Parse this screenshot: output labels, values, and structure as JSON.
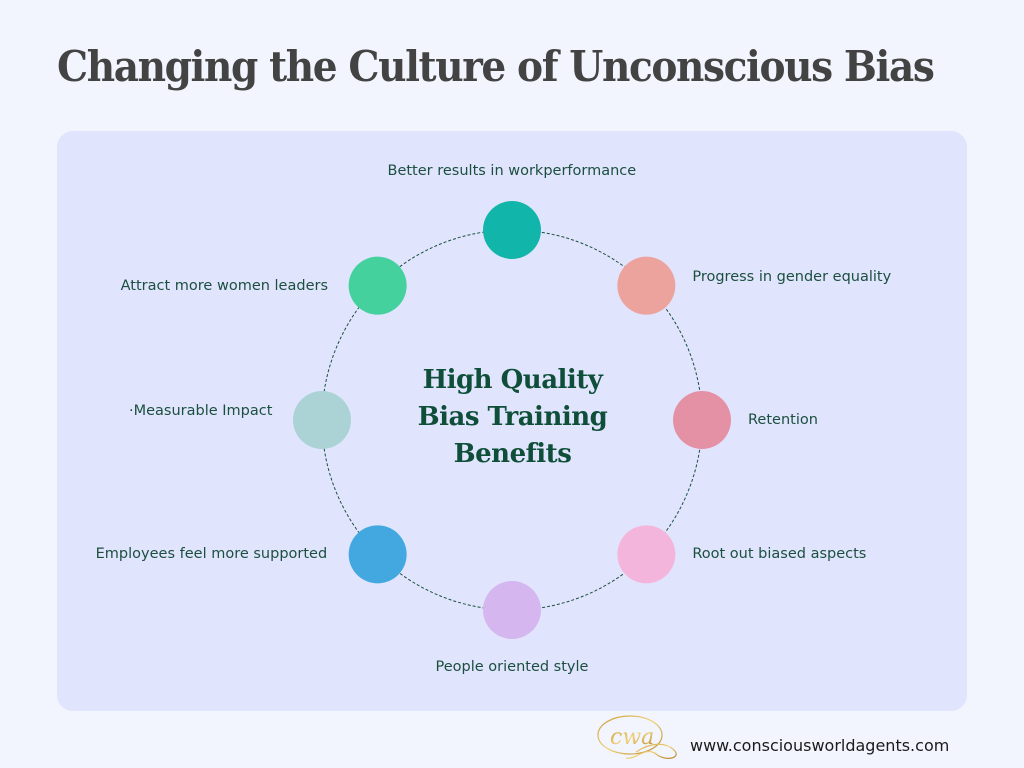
{
  "title": "Changing the Culture of Unconscious Bias",
  "center": {
    "line1": "High Quality",
    "line2": "Bias Training",
    "line3": "Benefits"
  },
  "nodes": [
    {
      "label": "Better results in workperformance",
      "color": "#12b5aa",
      "angle_deg": 90
    },
    {
      "label": "Progress in gender equality",
      "color": "#eca39e",
      "angle_deg": 45
    },
    {
      "label": "Retention",
      "color": "#e491a6",
      "angle_deg": 0
    },
    {
      "label": "Root out biased aspects",
      "color": "#f4b5dc",
      "angle_deg": -45
    },
    {
      "label": "People oriented style",
      "color": "#d6b6ee",
      "angle_deg": -90
    },
    {
      "label": "Employees feel more supported",
      "color": "#42a8df",
      "angle_deg": -135
    },
    {
      "label": "·Measurable Impact",
      "color": "#abd3d6",
      "angle_deg": 180
    },
    {
      "label": "Attract more women leaders",
      "color": "#44d19e",
      "angle_deg": 135
    }
  ],
  "ring_color": "#1c4f3f",
  "footer": {
    "logo_text": "cwa",
    "url": "www.consciousworldagents.com"
  }
}
